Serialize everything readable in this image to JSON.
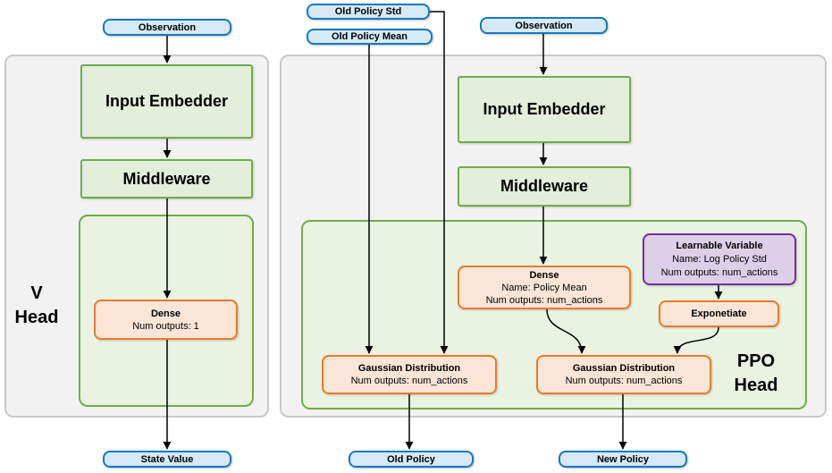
{
  "colors": {
    "blue_fill": "#D5E9F7",
    "blue_border": "#1778BE",
    "green_fill": "#E2EFDA",
    "green_border": "#6FAD47",
    "green_container_fill": "#EAF3E1",
    "gray_panel_fill": "#F2F2F2",
    "gray_panel_border": "#C9C9C9",
    "orange_fill": "#FBE5D6",
    "orange_border": "#EA7B2D",
    "purple_fill": "#DCD0E8",
    "purple_border": "#7030A0",
    "arrow_color": "#000000"
  },
  "v_head": {
    "label_line1": "V",
    "label_line2": "Head",
    "observation": "Observation",
    "input_embedder": "Input Embedder",
    "middleware": "Middleware",
    "dense": {
      "title": "Dense",
      "line2": "Num outputs: 1"
    },
    "state_value": "State Value"
  },
  "ppo_head": {
    "label_line1": "PPO",
    "label_line2": "Head",
    "old_policy_std": "Old Policy Std",
    "old_policy_mean": "Old Policy Mean",
    "observation": "Observation",
    "input_embedder": "Input Embedder",
    "middleware": "Middleware",
    "dense": {
      "title": "Dense",
      "line2": "Name: Policy Mean",
      "line3": "Num outputs: num_actions"
    },
    "learnable_variable": {
      "title": "Learnable Variable",
      "line2": "Name: Log Policy Std",
      "line3": "Num outputs: num_actions"
    },
    "exponetiate": "Exponetiate",
    "gaussian_left": {
      "title": "Gaussian Distribution",
      "line2": "Num outputs: num_actions"
    },
    "gaussian_right": {
      "title": "Gaussian Distribution",
      "line2": "Num outputs: num_actions"
    },
    "old_policy": "Old Policy",
    "new_policy": "New Policy"
  }
}
